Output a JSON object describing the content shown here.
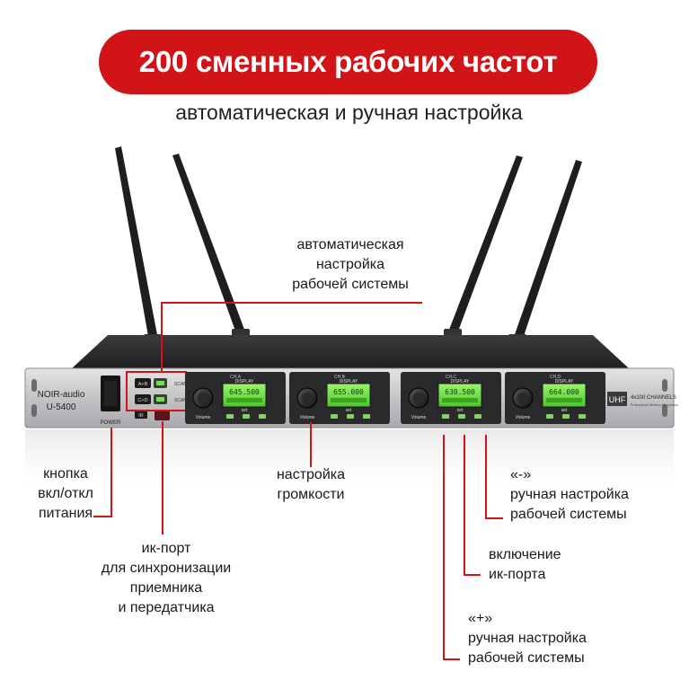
{
  "banner": {
    "title": "200 сменных рабочих частот"
  },
  "subtitle": "автоматическая и ручная настройка",
  "device": {
    "brand": "NOIR-audio",
    "model": "U-5400",
    "power_label": "POWER",
    "ir_label": "IR",
    "uhf_label": "UHF",
    "channels_label": "4x100 CHANNELS",
    "channels_sub": "Professional Wireless Microphone",
    "scan_buttons": [
      "A+B",
      "C+D"
    ],
    "scan_label": "SCAN",
    "channel_names": [
      "CH.A",
      "CH.B",
      "CH.C",
      "CH.D"
    ],
    "display_label": "DISPLAY",
    "volume_label": "Volume",
    "set_label": "set",
    "lcd_values": [
      "645.500",
      "655.000",
      "630.500",
      "664.000"
    ]
  },
  "callouts": {
    "auto_tune": [
      "автоматическая",
      "настройка",
      "рабочей системы"
    ],
    "power_button": [
      "кнопка",
      "вкл/откл",
      "питания"
    ],
    "volume": [
      "настройка",
      "громкости"
    ],
    "manual_minus": [
      "«-»",
      "ручная настройка",
      "рабочей системы"
    ],
    "ir_enable": [
      "включение",
      "ик-порта"
    ],
    "ir_port": [
      "ик-порт",
      "для синхронизации",
      "приемника",
      "и передатчика"
    ],
    "manual_plus": [
      "«+»",
      "ручная настройка",
      "рабочей системы"
    ]
  },
  "colors": {
    "accent": "#d01418",
    "lcd": "#6fe04a",
    "chassis": "#2b2b2d",
    "panel": "#c9c9cb"
  }
}
